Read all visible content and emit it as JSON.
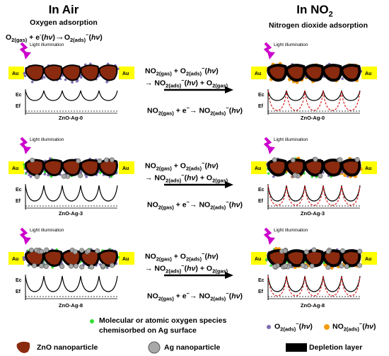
{
  "headers": {
    "left": "In Air",
    "right": "In NO2",
    "right_main": "In NO",
    "right_sub": "2"
  },
  "subtitles": {
    "left": "Oxygen adsorption",
    "right": "Nitrogen dioxide adsorption"
  },
  "left_eq": {
    "text": "O2(gas) + e-(hν) → O2-(ads)(hν)"
  },
  "light_label": "Light illumination",
  "electrode_label": "Au",
  "energy": {
    "ec": "Ec",
    "ef": "Ef"
  },
  "rows": [
    {
      "left_label": "ZnO-Ag-0",
      "right_label": "ZnO-Ag-0"
    },
    {
      "left_label": "ZnO-Ag-3",
      "right_label": "ZnO-Ag-3"
    },
    {
      "left_label": "ZnO-Ag-8",
      "right_label": "ZnO-Ag-8"
    }
  ],
  "reaction": {
    "line1": "NO2(gas) + O2-(ads)(hν)",
    "line2": "→ NO2-(ads)(hν) + O2(gas)",
    "line3": "NO2(gas) + e- → NO2-(ads)(hν)"
  },
  "legend": {
    "green_text_1": "Molecular or atomic oxygen species",
    "green_text_2": "chemisorbed on Ag surface",
    "o2_label": "O2-(ads)(hν)",
    "no2_label": "NO2-(ads)(hν)",
    "zno": "ZnO nanoparticle",
    "ag": "Ag nanoparticle",
    "depletion": "Depletion layer"
  },
  "colors": {
    "zno": "#8a2a0e",
    "ag": "#a8a8a8",
    "depletion": "#000000",
    "au": "#ffff00",
    "o2_dot": "#7f6cb0",
    "no2_dot": "#f39c12",
    "green_dot": "#33dd33",
    "light_arrow": "#cc00cc",
    "band_air": "#000000",
    "band_no2": "#d62020"
  }
}
